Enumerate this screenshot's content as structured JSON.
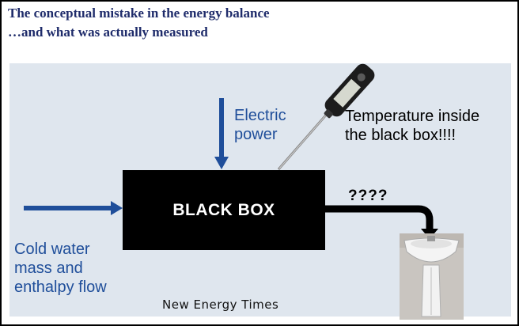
{
  "title": {
    "line1": "The conceptual mistake in the energy balance",
    "line2": "…and what was actually measured"
  },
  "diagram": {
    "box_label": "BLACK BOX",
    "electric_line1": "Electric",
    "electric_line2": "power",
    "temp_line1": "Temperature inside",
    "temp_line2": "the black box!!!!",
    "cold_line1": "Cold water",
    "cold_line2": "mass and",
    "cold_line3": "enthalpy flow",
    "outflow_label": "????",
    "watermark": "New Energy Times"
  },
  "colors": {
    "title": "#1f2c6b",
    "arrow": "#1f4e9a",
    "panel": "#dfe6ee",
    "box": "#000000"
  },
  "icons": [
    "thermometer-probe-icon",
    "sink-image"
  ]
}
